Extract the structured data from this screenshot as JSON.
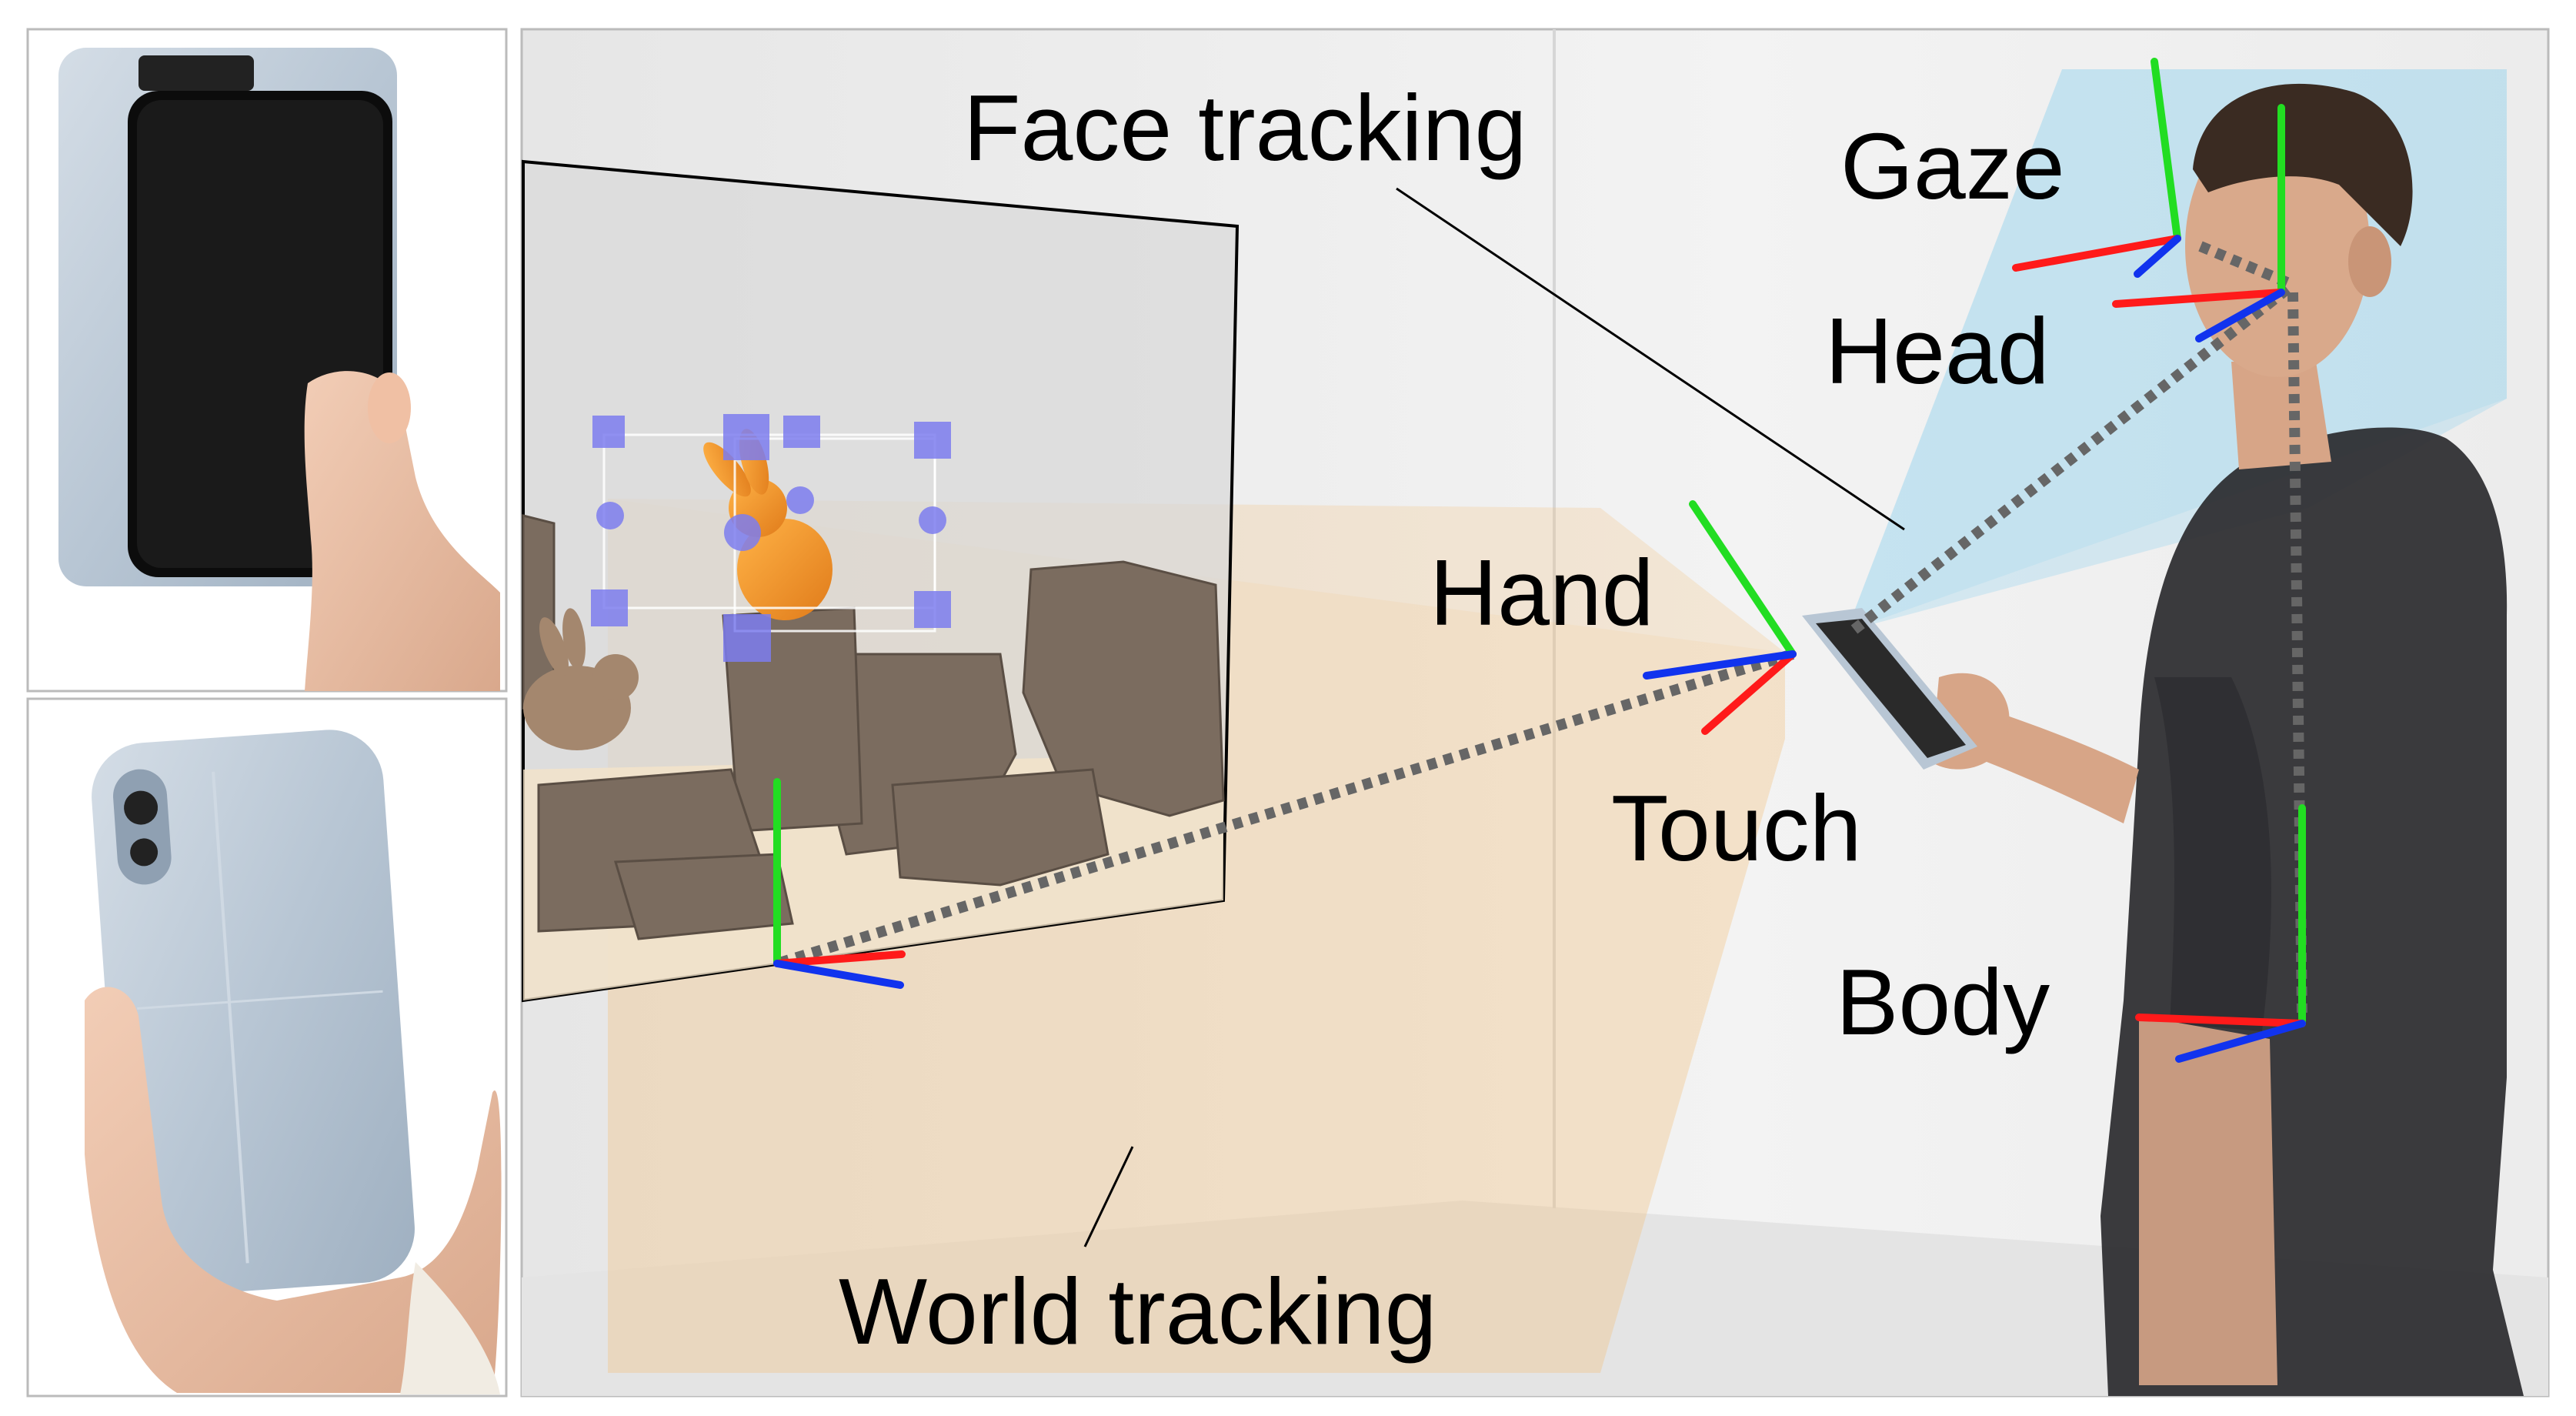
{
  "labels": {
    "face_tracking": "Face tracking",
    "gaze": "Gaze",
    "head": "Head",
    "hand": "Hand",
    "touch": "Touch",
    "body": "Body",
    "world_tracking": "World tracking"
  },
  "colors": {
    "axis_x": "#ff1a1a",
    "axis_y": "#22dd22",
    "axis_z": "#1133ee",
    "face_frustum": "#8fd0ee",
    "world_frustum": "#f3c07a",
    "tracking_line": "#666666",
    "panel_border": "#bbbbbb",
    "phone_case": "#b8c6d4",
    "wall": "#eeeeee"
  },
  "icons": {
    "phone_front": "phone-front-in-hand",
    "phone_back": "phone-back-in-hand",
    "person": "person-holding-phone",
    "bunny": "bunny-3d-model",
    "rocks": "rock-scene"
  }
}
